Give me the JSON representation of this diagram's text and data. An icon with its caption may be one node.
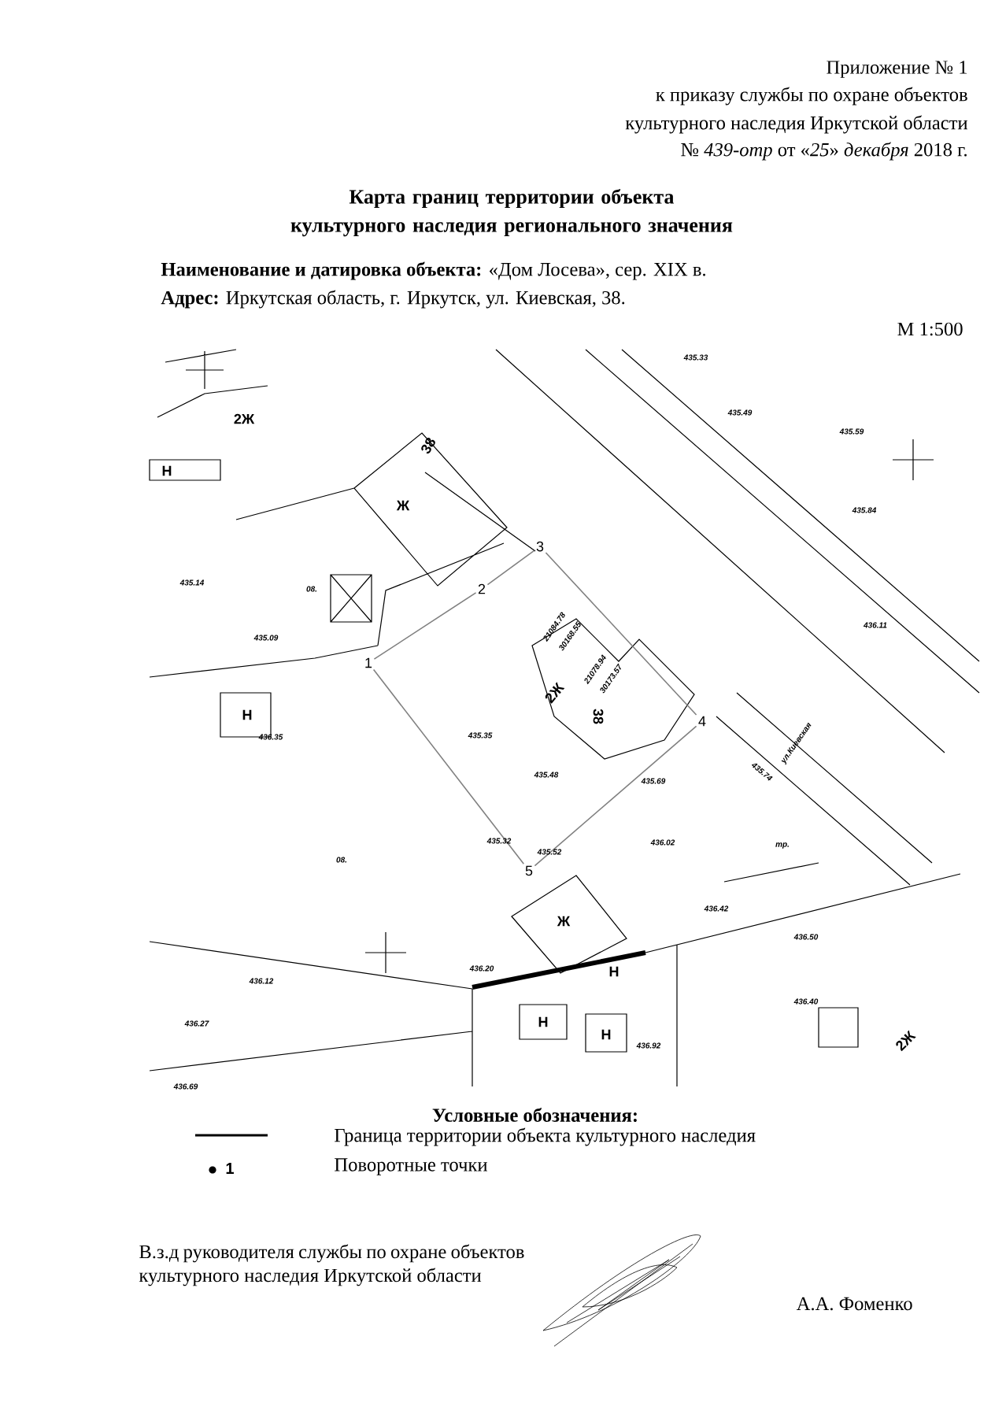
{
  "diagram": {
    "title": "Карта границ территории объекта культурного наследия регионального значения",
    "nodes": [
      {
        "text": [
          "1"
        ]
      },
      {
        "text": [
          "2"
        ]
      },
      {
        "text": [
          "3"
        ]
      },
      {
        "text": [
          "4"
        ]
      },
      {
        "text": [
          "5"
        ]
      }
    ],
    "edges": [
      {
        "from": 0,
        "to": 1,
        "arrow": "none"
      },
      {
        "from": 1,
        "to": 2,
        "arrow": "none"
      },
      {
        "from": 2,
        "to": 3,
        "arrow": "none"
      },
      {
        "from": 3,
        "to": 4,
        "arrow": "none"
      },
      {
        "from": 4,
        "to": 0,
        "arrow": "none"
      }
    ],
    "labels": [
      "Приложение № 1",
      "к приказу службы по охране объектов",
      "культурного наследия Иркутской области",
      "№ *439-отр* от «*25*» *декабря* 2018 г.",
      "**Наименование и датировка объекта:** «Дом Лосева», сер. XIX в.",
      "**Адрес:** Иркутская область, г. Иркутск, ул. Киевская, 38.",
      "М 1:500",
      "2Ж",
      "Ж",
      "Н",
      "Н",
      "38",
      "08.",
      "435.14",
      "435.09",
      "21084.78",
      "30168.55",
      "21078.94",
      "30173.57",
      "2Ж",
      "38",
      "435.35",
      "435.48",
      "435.69",
      "436.35",
      "435.32",
      "435.52",
      "436.02",
      "08.",
      "тр.",
      "ул.Киевская",
      "Ж",
      "Н",
      "Н",
      "Н",
      "2Ж",
      "436.12",
      "436.20",
      "436.42",
      "436.50",
      "436.40",
      "436.92",
      "436.27",
      "436.69",
      "435.33",
      "435.49",
      "435.59",
      "435.84",
      "436.11",
      "435.74",
      "Условные обозначения:",
      "1",
      "В.з.д руководителя службы по охране объектов культурного наследия Иркутской области",
      "А.А. Фоменко"
    ],
    "legend": [
      {
        "text": "Граница территории объекта культурного наследия"
      },
      {
        "text": "Поворотные точки"
      }
    ]
  }
}
